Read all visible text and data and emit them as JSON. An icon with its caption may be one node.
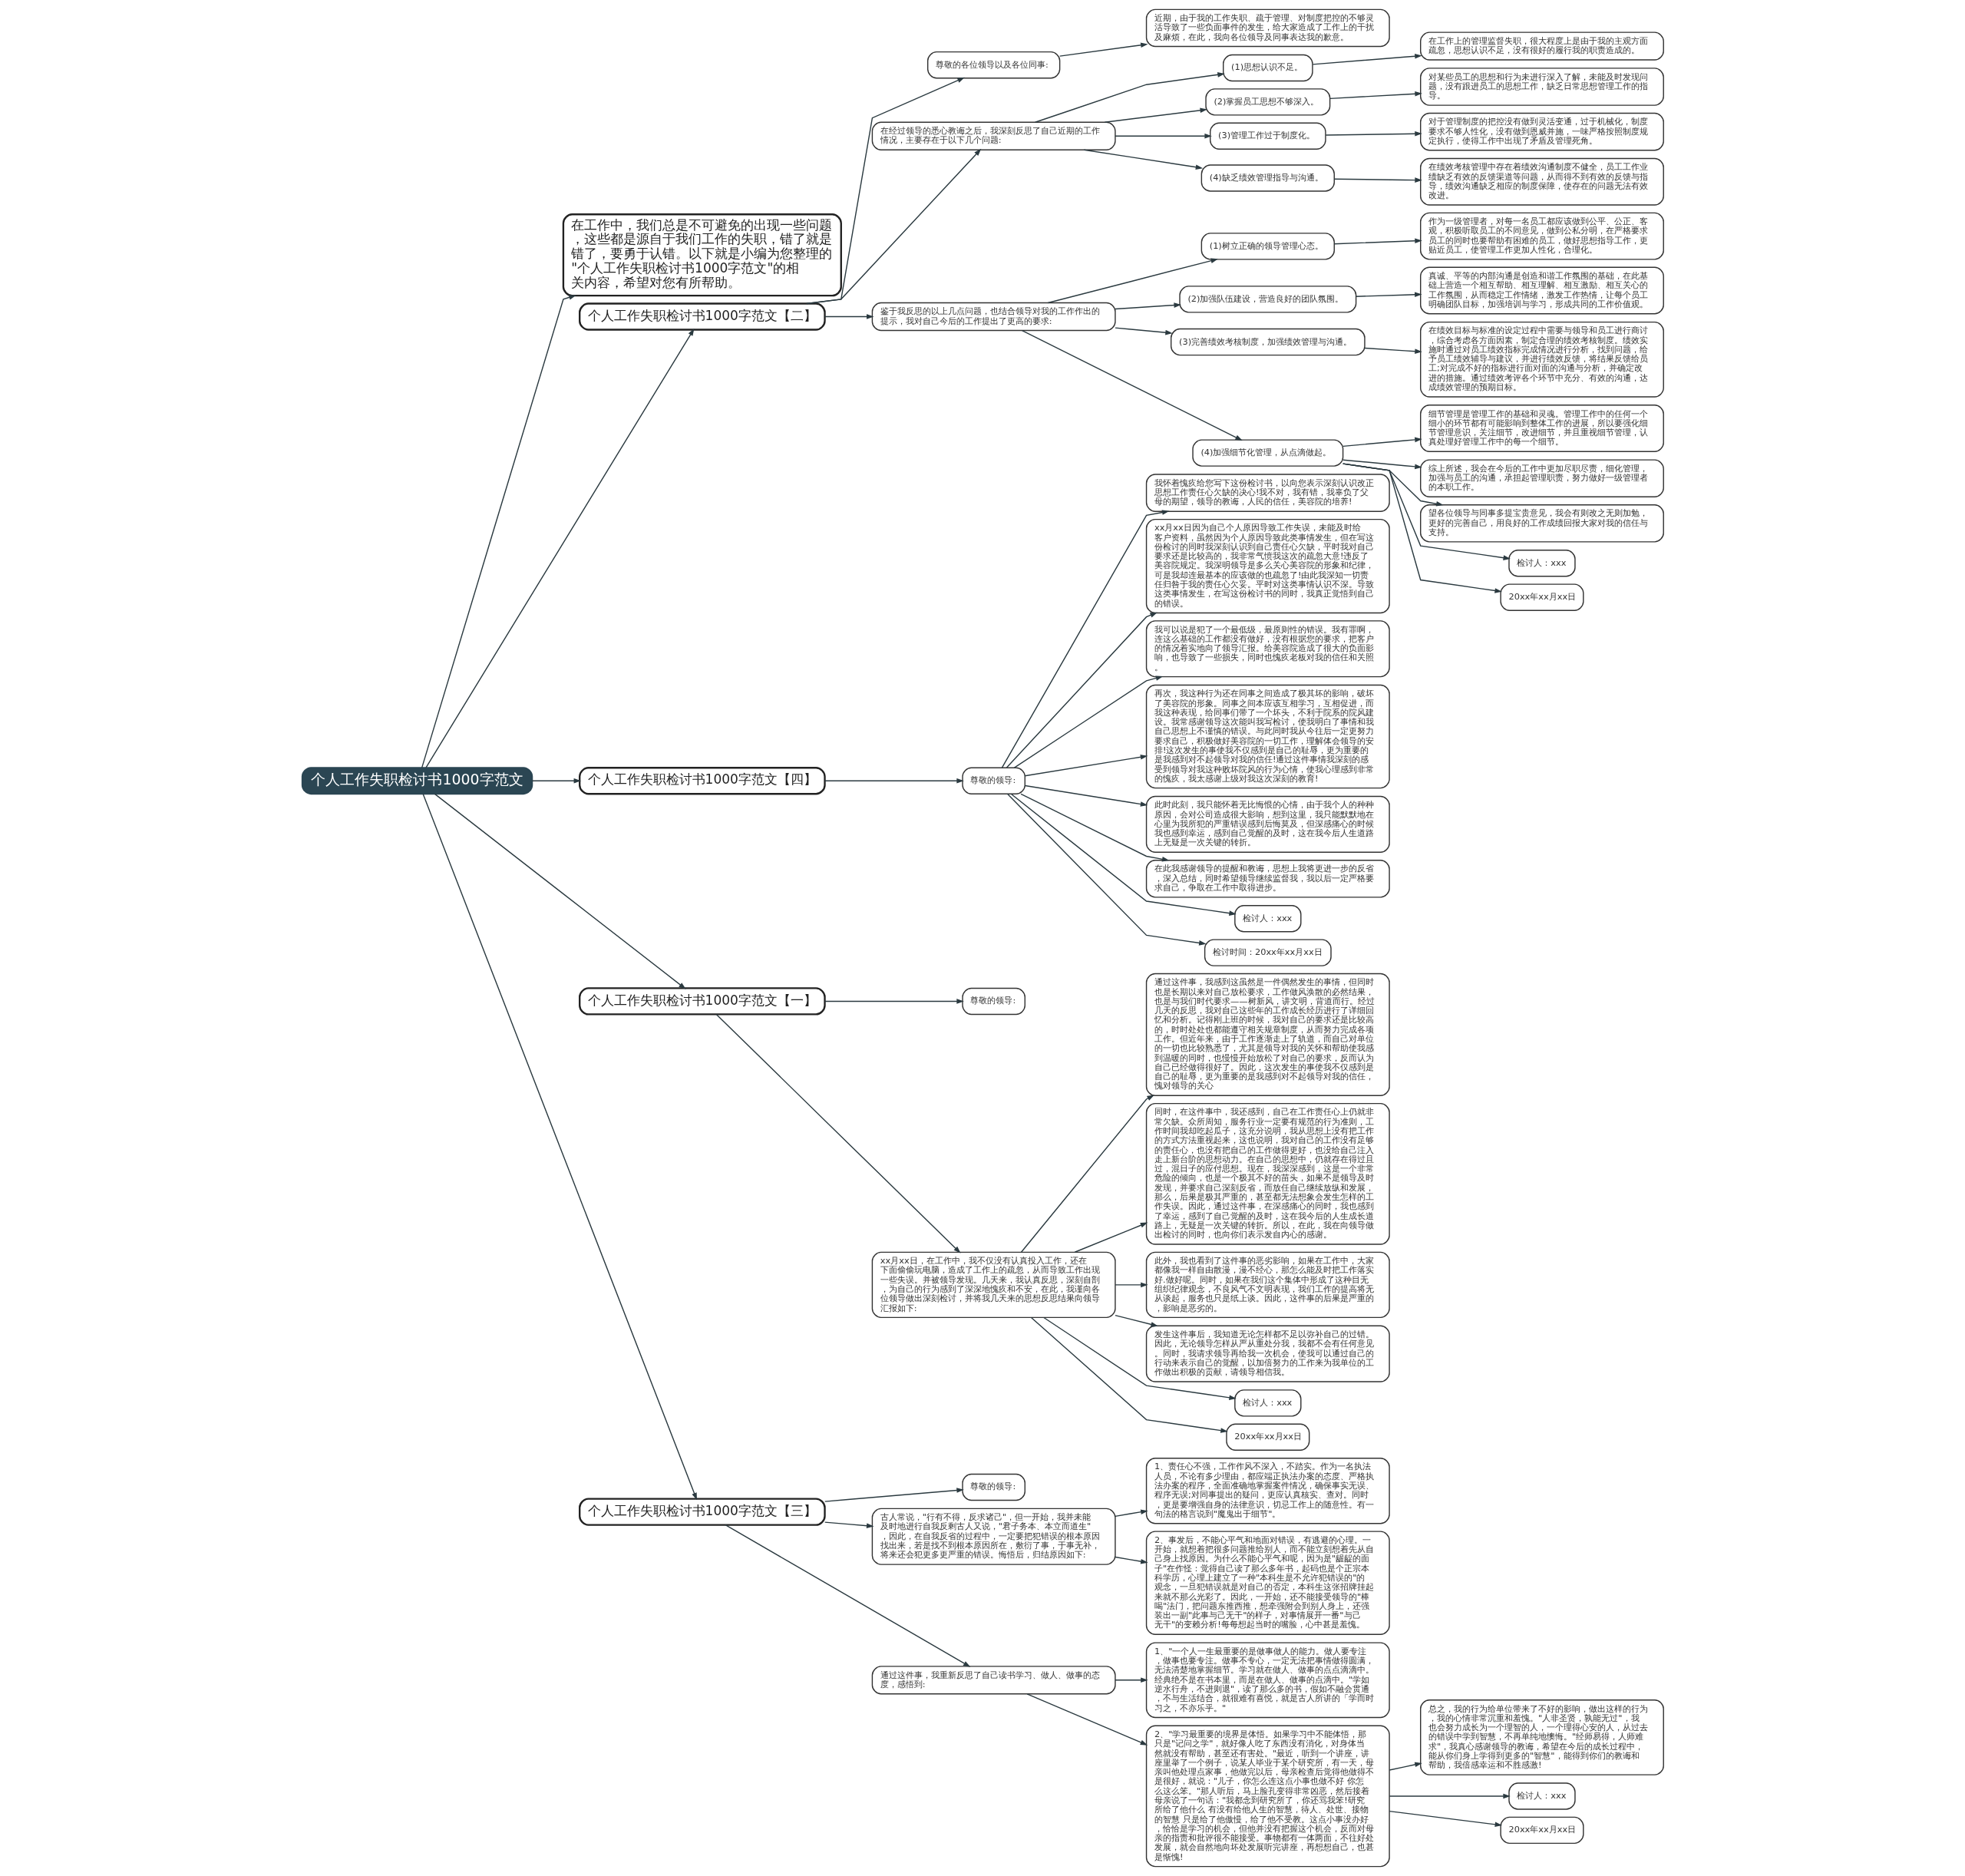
{
  "diagram": {
    "nodes": [
      {
        "text": [
          "个人工作失职检讨书1000字范文"
        ]
      },
      {
        "text": [
          "在工作中，我们总是不可避免的出现一些问题，这些都是源自于我们工作的失职，错了就是错了，要勇于认错。以下就是小编为您整理的\"个人工作失职检讨书1000字范文\"的相关内容，希望对您有所帮助。"
        ]
      },
      {
        "text": [
          "个人工作失职检讨书1000字范文【二】"
        ]
      },
      {
        "text": [
          "尊敬的各位领导以及各位同事:"
        ]
      },
      {
        "text": [
          "近期，由于我的工作失职、疏于管理、对制度把控的不够灵活导致了一些负面事件的发生，给大家造成了工作上的干扰及麻烦，在此，我向各位领导及同事表达我的歉意。"
        ]
      },
      {
        "text": [
          "在经过领导的悉心教诲之后，我深刻反思了自己近期的工作情况，主要存在于以下几个问题:"
        ]
      },
      {
        "text": [
          "(1)思想认识不足。"
        ]
      },
      {
        "text": [
          "在工作上的管理监督失职，很大程度上是由于我的主观方面疏忽，思想认识不足，没有很好的履行我的职责造成的。"
        ]
      },
      {
        "text": [
          "(2)掌握员工思想不够深入。"
        ]
      },
      {
        "text": [
          "对某些员工的思想和行为未进行深入了解，未能及时发现问题，没有跟进员工的思想工作，缺乏日常思想管理工作的指导。"
        ]
      },
      {
        "text": [
          "(3)管理工作过于制度化。"
        ]
      },
      {
        "text": [
          "对于管理制度的把控没有做到灵活变通，过于机械化，制度要求不够人性化，没有做到恩威并施，一味严格按照制度规定执行，使得工作中出现了矛盾及管理死角。"
        ]
      },
      {
        "text": [
          "(4)缺乏绩效管理指导与沟通。"
        ]
      },
      {
        "text": [
          "在绩效考核管理中存在着绩效沟通制度不健全，员工工作业绩缺乏有效的反馈渠道等问题，从而得不到有效的反馈与指导，绩效沟通缺乏相应的制度保障，使存在的问题无法有效改进。"
        ]
      },
      {
        "text": [
          "鉴于我反思的以上几点问题，也结合领导对我的工作作出的提示，我对自己今后的工作提出了更高的要求:"
        ]
      },
      {
        "text": [
          "(1)树立正确的领导管理心态。"
        ]
      },
      {
        "text": [
          "作为一级管理者，对每一名员工都应该做到公平、公正、客观，积极听取员工的不同意见，做到公私分明，在严格要求员工的同时也要帮助有困难的员工，做好思想指导工作，更贴近员工，使管理工作更加人性化，合理化。"
        ]
      },
      {
        "text": [
          "(2)加强队伍建设，营造良好的团队氛围。"
        ]
      },
      {
        "text": [
          "真诚、平等的内部沟通是创造和谐工作氛围的基础，在此基础上营造一个相互帮助、相互理解、相互激励、相互关心的工作氛围，从而稳定工作情绪，激发工作热情，让每个员工明确团队目标，加强培训与学习，形成共同的工作价值观。"
        ]
      },
      {
        "text": [
          "(3)完善绩效考核制度，加强绩效管理与沟通。"
        ]
      },
      {
        "text": [
          "在绩效目标与标准的设定过程中需要与领导和员工进行商讨，综合考虑各方面因素，制定合理的绩效考核制度。绩效实施时通过对员工绩效指标完成情况进行分析，找到问题，给予员工绩效辅导与建议，并进行绩效反馈，将结果反馈给员工;对完成不好的指标进行面对面的沟通与分析，并确定改进的措施。通过绩效考评各个环节中充分、有效的沟通，达成绩效管理的预期目标。"
        ]
      },
      {
        "text": [
          "(4)加强细节化管理，从点滴做起。"
        ]
      },
      {
        "text": [
          "细节管理是管理工作的基础和灵魂。管理工作中的任何一个细小的环节都有可能影响到整体工作的进展，所以要强化细节管理意识，关注细节，改进细节，并且重视细节管理，认真处理好管理工作中的每一个细节。"
        ]
      },
      {
        "text": [
          "综上所述，我会在今后的工作中更加尽职尽责，细化管理，加强与员工的沟通，承担起管理职责，努力做好一级管理者的本职工作。"
        ]
      },
      {
        "text": [
          "望各位领导与同事多提宝贵意见，我会有则改之无则加勉，更好的完善自己，用良好的工作成绩回报大家对我的信任与支持。"
        ]
      },
      {
        "text": [
          "检讨人：xxx"
        ]
      },
      {
        "text": [
          "20xx年xx月xx日"
        ]
      },
      {
        "text": [
          "个人工作失职检讨书1000字范文【四】"
        ]
      },
      {
        "text": [
          "尊敬的领导:"
        ]
      },
      {
        "text": [
          "我怀着愧疚给您写下这份检讨书，以向您表示深刻认识改正思想工作责任心欠缺的决心!我不对，我有错，我辜负了父母的期望，领导的教诲，人民的信任，美容院的培养!"
        ]
      },
      {
        "text": [
          "xx月xx日因为自己个人原因导致工作失误，未能及时给客户资料，虽然因为个人原因导致此类事情发生，但在写这份检讨的同时我深刻认识到自己责任心欠缺，平时我对自己要求还是比较高的，我非常气愤我这次的疏忽大意!违反了美容院规定。我深明领导是多么关心美容院的形象和纪律，可是我却连最基本的应该做的也疏忽了!由此我深知一切责任归咎于我的责任心欠妥。平时对这类事情认识不深。导致这类事情发生，在写这份检讨书的同时，我真正觉悟到自己的错误。"
        ]
      },
      {
        "text": [
          "我可以说是犯了一个最低级，最原则性的错误。我有罪啊，连这么基础的工作都没有做好，没有根据您的要求，把客户的情况着实地向了领导汇报。给美容院造成了很大的负面影响，也导致了一些损失，同时也愧疚老板对我的信任和关照。"
        ]
      },
      {
        "text": [
          "再次，我这种行为还在同事之间造成了极其坏的影响，破坏了美容院的形象。同事之间本应该互相学习，互相促进，而我这种表现，给同事们带了一个坏头，不利于院系的院风建设。我常感谢领导这次能叫我写检讨，使我明白了事情和我自己思想上不谨慎的错误。与此同时我从今往后一定更努力要求自己，积极做好美容院的一切工作，理解体会领导的安排!这次发生的事使我不仅感到是自己的耻辱，更为重要的是我感到对不起领导对我的信任!通过这件事情我深刻的感受到领导对我这种败坏院风的行为心情，使我心理感到非常的愧疚，我太感谢上级对我这次深刻的教育!"
        ]
      },
      {
        "text": [
          "此时此刻，我只能怀着无比悔恨的心情，由于我个人的种种原因，会对公司造成很大影响，想到这里，我只能默默地在心里为我所犯的严重错误感到后悔莫及，但深感痛心的时候我也感到幸运，感到自己觉醒的及时，这在我今后人生道路上无疑是一次关键的转折。"
        ]
      },
      {
        "text": [
          "在此我感谢领导的提醒和教诲，思想上我将更进一步的反省，深入总结，同时希望领导继续监督我，我以后一定严格要求自己，争取在工作中取得进步。"
        ]
      },
      {
        "text": [
          "检讨人：xxx"
        ]
      },
      {
        "text": [
          "检讨时间：20xx年xx月xx日"
        ]
      },
      {
        "text": [
          "个人工作失职检讨书1000字范文【一】"
        ]
      },
      {
        "text": [
          "尊敬的领导:"
        ]
      },
      {
        "text": [
          "xx月xx日，在工作中，我不仅没有认真投入工作，还在下面偷偷玩电脑，造成了工作上的疏忽，从而导致工作出现一些失误。并被领导发现。几天来，我认真反思，深刻自剖，为自己的行为感到了深深地愧疚和不安，在此，我谨向各位领导做出深刻检讨，并将我几天来的思想反思结果向领导汇报如下:"
        ]
      },
      {
        "text": [
          "通过这件事，我感到这虽然是一件偶然发生的事情，但同时也是长期以来对自己放松要求，工作做风涣散的必然结果，也是与我们时代要求——树新风，讲文明，背道而行。经过几天的反思，我对自己这些年的工作成长经历进行了详细回忆和分析。记得刚上班的时候，我对自己的要求还是比较高的，时时处处也都能遵守相关规章制度，从而努力完成各项工作。但近年来，由于工作逐渐走上了轨道，而自己对单位的一切也比较熟悉了，尤其是领导对我的关怀和帮助使我感到温暖的同时，也慢慢开始放松了对自己的要求，反而认为自己已经做得很好了。因此，这次发生的事使我不仅感到是自己的耻辱，更为重要的是我感到对不起领导对我的信任，愧对领导的关心"
        ]
      },
      {
        "text": [
          "同时，在这件事中，我还感到，自己在工作责任心上仍就非常欠缺。众所周知，服务行业一定要有规范的行为准则，工作时间我却吃起瓜子，这充分说明，我从思想上没有把工作的方式方法重视起来，这也说明，我对自己的工作没有足够的责任心，也没有把自己的工作做得更好，也没给自己注入走上新台阶的思想动力。在自己的思想中，仍就存在得过且过，混日子的应付思想。现在，我深深感到，这是一个非常危险的倾向，也是一个极其不好的苗头，如果不是领导及时发现，并要求自己深刻反省，而放任自己继续放纵和发展，那么，后果是极其严重的，甚至都无法想象会发生怎样的工作失误。因此，通过这件事，在深感痛心的同时，我也感到了幸运，感到了自己觉醒的及时，这在我今后的人生成长道路上，无疑是一次关键的转折。所以，在此，我在向领导做出检讨的同时，也向你们表示发自内心的感谢。"
        ]
      },
      {
        "text": [
          "此外，我也看到了这件事的恶劣影响，如果在工作中，大家都像我一样自由散漫，漫不经心，那怎么能及时把工作落实好.做好呢。同时，如果在我们这个集体中形成了这种目无组织纪律观念，不良风气不文明表现，我们工作的提高将无从谈起，服务也只是纸上谈。因此，这件事的后果是严重的，影响是恶劣的。"
        ]
      },
      {
        "text": [
          "发生这件事后，我知道无论怎样都不足以弥补自己的过错。因此，无论领导怎样从严从重处分我，我都不会有任何意见。同时，我请求领导再给我一次机会，使我可以通过自己的行动来表示自己的觉醒，以加倍努力的工作来为我单位的工作做出积极的贡献，请领导相信我。"
        ]
      },
      {
        "text": [
          "检讨人：xxx"
        ]
      },
      {
        "text": [
          "20xx年xx月xx日"
        ]
      },
      {
        "text": [
          "个人工作失职检讨书1000字范文【三】"
        ]
      },
      {
        "text": [
          "尊敬的领导:"
        ]
      },
      {
        "text": [
          "古人常说，\"行有不得，反求诸己\"，但一开始，我并未能及时地进行自我反剩古人又说，\"君子务本、本立而道生\"，因此，在自我反省的过程中，一定要把犯错误的根本原因找出来，若是找不到根本原因所在，敷衍了事，于事无补，将来还会犯更多更严重的错误。悔悟后，归结原因如下:"
        ]
      },
      {
        "text": [
          "1、责任心不强，工作作风不深入，不踏实。作为一名执法人员，不论有多少理由，都应端正执法办案的态度、严格执法办案的程序，全面准确地掌握案件情况，确保事实无误、程序无误;对同事提出的疑问，更应认真核实、查对。同时，更是要增强自身的法律意识，切忌工作上的随意性。有一句法的格言说到\"魔鬼出于细节\"。"
        ]
      },
      {
        "text": [
          "2、事发后，不能心平气和地面对错误，有逃避的心理。一开始，就想着把很多问题推给别人，而不能立刻想着先从自己身上找原因。为什么不能心平气和呢，因为是\"龌龊的面子\"在作怪：觉得自己读了那么多年书，起码也是个正宗本科学历，心理上建立了一种\"本科生是不允许犯错误的\"的观念，一旦犯错误就是对自己的否定，本科生这张招牌挂起来就不那么光彩了。因此，一开始，还不能接受领导的\"棒喝\"法门，把问题东推西推，想牵强附会到别人身上，还强装出一副\"此事与己无干\"的样子，对事情展开一番\"与己无干\"的变赖分析!每每想起当时的嘴脸，心中甚是羞愧。"
        ]
      },
      {
        "text": [
          "通过这件事，我重新反思了自己读书学习、做人、做事的态度，感悟到:"
        ]
      },
      {
        "text": [
          "1、\"一个人一生最重要的是做事做人的能力。做人要专注，做事也要专注。做事不专心，一定无法把事情做得圆满，无法清楚地掌握细节。学习就在做人、做事的点点滴滴中。经典绝不是在书本里，而是在做人、做事的点滴中。\"学如逆水行舟，不进则退\"，读了那么多的书，假如不融会贯通，不与生活结合，就很难有喜悦，就是古人所讲的「学而时习之，不亦乐乎。\""
        ]
      },
      {
        "text": [
          "2、\"学习最重要的境界是体悟。如果学习中不能体悟，那只是\"记问之学\"，就好像人吃了东西没有消化，对身体当然就没有帮助，甚至还有害处。\"最近，听到一个讲座，讲座里举了一个例子，说某人毕业于某个研究所，有一天，母亲叫他处理点家事，他做完以后，母亲检查后觉得他做得不是很好，就说：\"儿子，你怎么连这点小事也做不好 你怎么这么笨。\"那人听后，马上脸孔变得非常凶恶，然后接着母亲说了一句话：\"我都念到研究所了，你还骂我笨!研究所给了他什么 有没有给他人生的智慧，待人、处世、接物的智慧 只是给了他傲慢，给了他不受教。这点小事没办好，恰恰是学习的机会，但他并没有把握这个机会，反而对母亲的指责和批评很不能接受。事物都有一体两面，不往好处发展，就会自然地向坏处发展听完讲座，再想想自己，也甚是惭愧!"
        ]
      },
      {
        "text": [
          "总之，我的行为给单位带来了不好的影响，做出这样的行为，我的心情非常沉重和羞愧。\"人非圣贤，孰能无过\"，我也会努力成长为一个理智的人，一个理得心安的人，从过去的错误中学到智慧，不再单纯地懊悔。\"经师易得，人师难求\"，我真心感谢领导的教诲，希望在今后的成长过程中，能从你们身上学得到更多的\"智慧\"，能得到你们的教诲和帮助，我倍感幸运和不胜感激!"
        ]
      },
      {
        "text": [
          "检讨人：xxx"
        ]
      },
      {
        "text": [
          "20xx年xx月xx日"
        ]
      }
    ],
    "edges": [
      {
        "from": 0,
        "to": 1,
        "arrow": "to"
      },
      {
        "from": 0,
        "to": 2,
        "arrow": "to"
      },
      {
        "from": 2,
        "to": 3,
        "arrow": "to"
      },
      {
        "from": 3,
        "to": 4,
        "arrow": "to"
      },
      {
        "from": 2,
        "to": 5,
        "arrow": "to"
      },
      {
        "from": 5,
        "to": 6,
        "arrow": "to"
      },
      {
        "from": 6,
        "to": 7,
        "arrow": "to"
      },
      {
        "from": 5,
        "to": 8,
        "arrow": "to"
      },
      {
        "from": 8,
        "to": 9,
        "arrow": "to"
      },
      {
        "from": 5,
        "to": 10,
        "arrow": "to"
      },
      {
        "from": 10,
        "to": 11,
        "arrow": "to"
      },
      {
        "from": 5,
        "to": 12,
        "arrow": "to"
      },
      {
        "from": 12,
        "to": 13,
        "arrow": "to"
      },
      {
        "from": 2,
        "to": 14,
        "arrow": "to"
      },
      {
        "from": 14,
        "to": 15,
        "arrow": "to"
      },
      {
        "from": 15,
        "to": 16,
        "arrow": "to"
      },
      {
        "from": 14,
        "to": 17,
        "arrow": "to"
      },
      {
        "from": 17,
        "to": 18,
        "arrow": "to"
      },
      {
        "from": 14,
        "to": 19,
        "arrow": "to"
      },
      {
        "from": 19,
        "to": 20,
        "arrow": "to"
      },
      {
        "from": 14,
        "to": 21,
        "arrow": "to"
      },
      {
        "from": 21,
        "to": 22,
        "arrow": "to"
      },
      {
        "from": 21,
        "to": 23,
        "arrow": "to"
      },
      {
        "from": 21,
        "to": 24,
        "arrow": "to"
      },
      {
        "from": 21,
        "to": 25,
        "arrow": "to"
      },
      {
        "from": 21,
        "to": 26,
        "arrow": "to"
      },
      {
        "from": 0,
        "to": 27,
        "arrow": "to"
      },
      {
        "from": 27,
        "to": 28,
        "arrow": "to"
      },
      {
        "from": 28,
        "to": 29,
        "arrow": "to"
      },
      {
        "from": 28,
        "to": 30,
        "arrow": "to"
      },
      {
        "from": 28,
        "to": 31,
        "arrow": "to"
      },
      {
        "from": 28,
        "to": 32,
        "arrow": "to"
      },
      {
        "from": 28,
        "to": 33,
        "arrow": "to"
      },
      {
        "from": 28,
        "to": 34,
        "arrow": "to"
      },
      {
        "from": 28,
        "to": 35,
        "arrow": "to"
      },
      {
        "from": 28,
        "to": 36,
        "arrow": "to"
      },
      {
        "from": 0,
        "to": 37,
        "arrow": "to"
      },
      {
        "from": 37,
        "to": 38,
        "arrow": "to"
      },
      {
        "from": 37,
        "to": 39,
        "arrow": "to"
      },
      {
        "from": 39,
        "to": 40,
        "arrow": "to"
      },
      {
        "from": 39,
        "to": 41,
        "arrow": "to"
      },
      {
        "from": 39,
        "to": 42,
        "arrow": "to"
      },
      {
        "from": 39,
        "to": 43,
        "arrow": "to"
      },
      {
        "from": 39,
        "to": 44,
        "arrow": "to"
      },
      {
        "from": 39,
        "to": 45,
        "arrow": "to"
      },
      {
        "from": 0,
        "to": 46,
        "arrow": "to"
      },
      {
        "from": 46,
        "to": 47,
        "arrow": "to"
      },
      {
        "from": 46,
        "to": 48,
        "arrow": "to"
      },
      {
        "from": 48,
        "to": 49,
        "arrow": "to"
      },
      {
        "from": 48,
        "to": 50,
        "arrow": "to"
      },
      {
        "from": 46,
        "to": 51,
        "arrow": "to"
      },
      {
        "from": 51,
        "to": 52,
        "arrow": "to"
      },
      {
        "from": 51,
        "to": 53,
        "arrow": "to"
      },
      {
        "from": 53,
        "to": 54,
        "arrow": "to"
      },
      {
        "from": 53,
        "to": 55,
        "arrow": "to"
      },
      {
        "from": 53,
        "to": 56,
        "arrow": "to"
      }
    ]
  }
}
